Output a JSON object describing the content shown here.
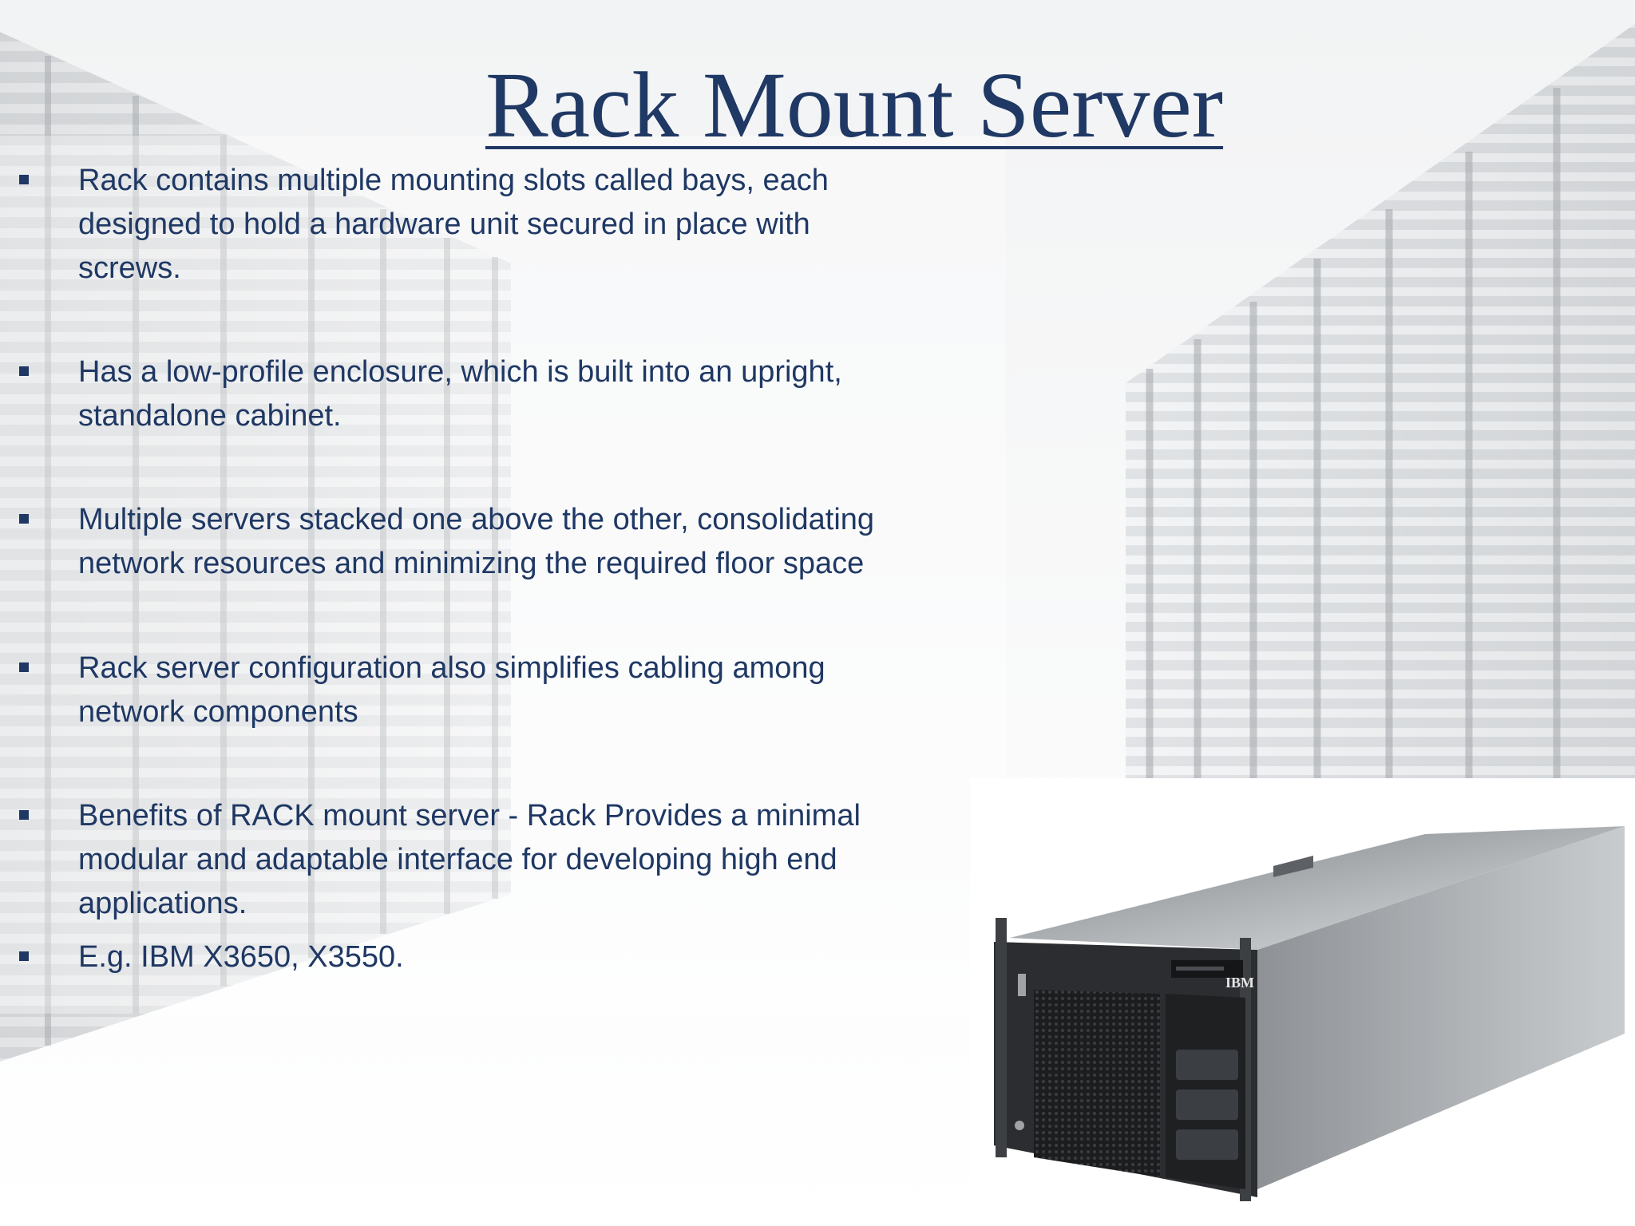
{
  "slide": {
    "title": "Rack Mount Server",
    "bullets": [
      {
        "text": "Rack contains multiple mounting slots called bays, each\ndesigned to hold a hardware unit secured in place with\nscrews."
      },
      {
        "text": "Has a low-profile enclosure, which is built into an upright,\nstandalone cabinet."
      },
      {
        "text": "Multiple servers stacked one above the other, consolidating\nnetwork resources and minimizing the required floor space"
      },
      {
        "text": "Rack server configuration also simplifies cabling among\nnetwork components"
      },
      {
        "text": "Benefits of RACK mount server - Rack Provides a minimal\nmodular and adaptable interface for developing high end\napplications."
      },
      {
        "text": "E.g. IBM X3650, X3550."
      }
    ],
    "server_image": {
      "brand": "IBM",
      "icon": "rack-server-image"
    },
    "colors": {
      "title": "#1f3864",
      "text": "#1f3864",
      "background": "#f6f7f8"
    }
  }
}
